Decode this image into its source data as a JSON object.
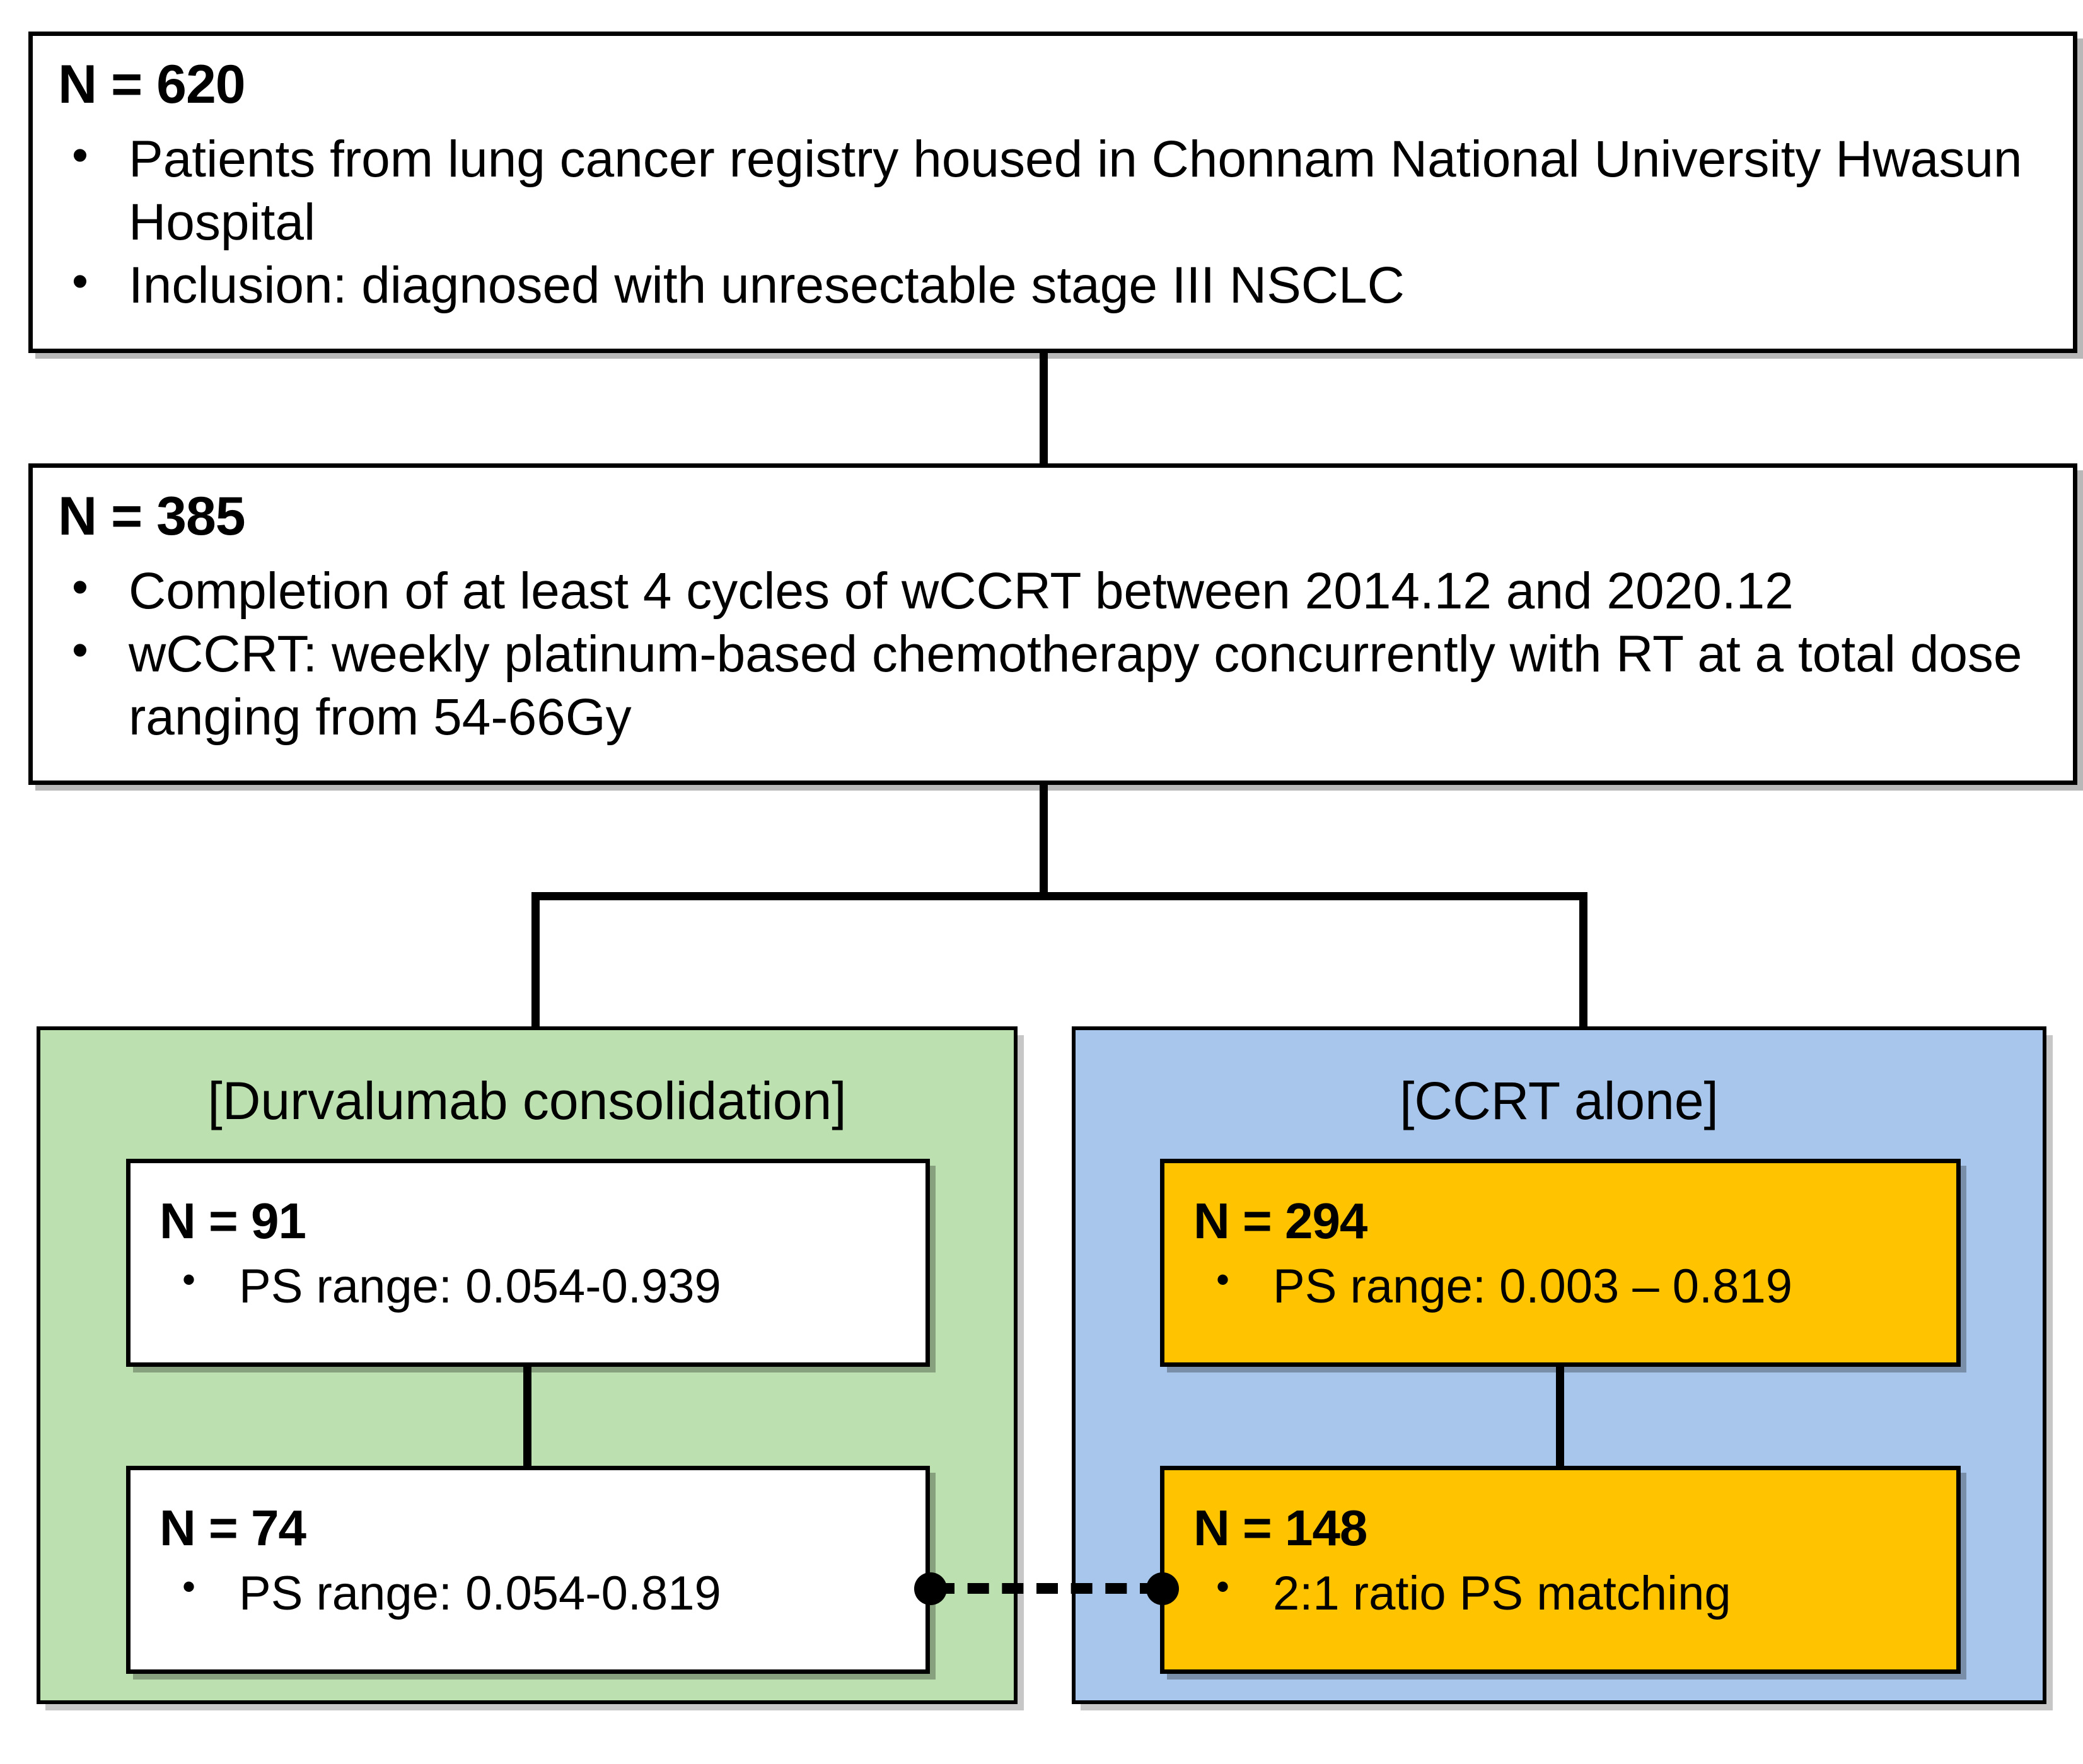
{
  "colors": {
    "green_panel": "#BCE0B0",
    "blue_panel": "#A8C5EB",
    "orange_box": "#FFC300",
    "white_box": "#FFFFFF",
    "stroke": "#000000"
  },
  "nodes": {
    "cohort_total": {
      "n_label": "N = 620",
      "bullets": [
        "Patients from lung cancer registry housed in Chonnam National University Hwasun Hospital",
        "Inclusion: diagnosed with unresectable stage III NSCLC"
      ]
    },
    "cohort_eligible": {
      "n_label": "N = 385",
      "bullets": [
        "Completion of at least 4 cycles of wCCRT between 2014.12 and 2020.12",
        "wCCRT: weekly platinum-based chemotherapy concurrently with RT at a total dose ranging from 54-66Gy"
      ]
    },
    "durvalumab_panel": {
      "title": "[Durvalumab consolidation]",
      "top_box": {
        "n_label": "N = 91",
        "bullets": [
          "PS range: 0.054-0.939"
        ]
      },
      "bottom_box": {
        "n_label": "N = 74",
        "bullets": [
          "PS range: 0.054-0.819"
        ]
      }
    },
    "ccrt_panel": {
      "title": "[CCRT alone]",
      "top_box": {
        "n_label": "N = 294",
        "bullets": [
          "PS range: 0.003 – 0.819"
        ]
      },
      "bottom_box": {
        "n_label": "N = 148",
        "bullets": [
          "2:1 ratio PS matching"
        ]
      }
    }
  }
}
